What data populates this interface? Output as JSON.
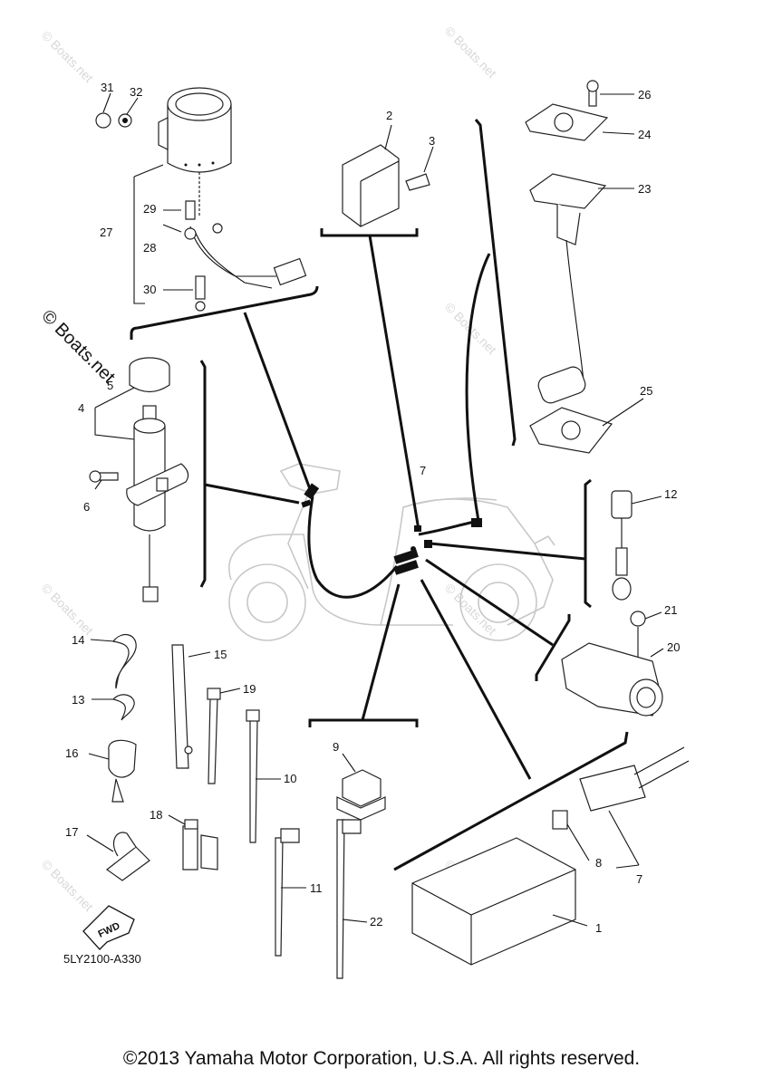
{
  "diagram_code": "5LY2100-A330",
  "fwd_label": "FWD",
  "copyright": "©2013 Yamaha Motor Corporation, U.S.A. All rights reserved.",
  "watermark": "© Boats.net",
  "callouts": {
    "c1": "1",
    "c2": "2",
    "c3": "3",
    "c4": "4",
    "c5": "5",
    "c6": "6",
    "c7a": "7",
    "c7b": "7",
    "c8": "8",
    "c9": "9",
    "c10": "10",
    "c11": "11",
    "c12": "12",
    "c13": "13",
    "c14": "14",
    "c15": "15",
    "c16": "16",
    "c17": "17",
    "c18": "18",
    "c19": "19",
    "c20": "20",
    "c21": "21",
    "c22": "22",
    "c23": "23",
    "c24": "24",
    "c25": "25",
    "c26": "26",
    "c27": "27",
    "c28": "28",
    "c29": "29",
    "c30": "30",
    "c31": "31",
    "c32": "32"
  }
}
